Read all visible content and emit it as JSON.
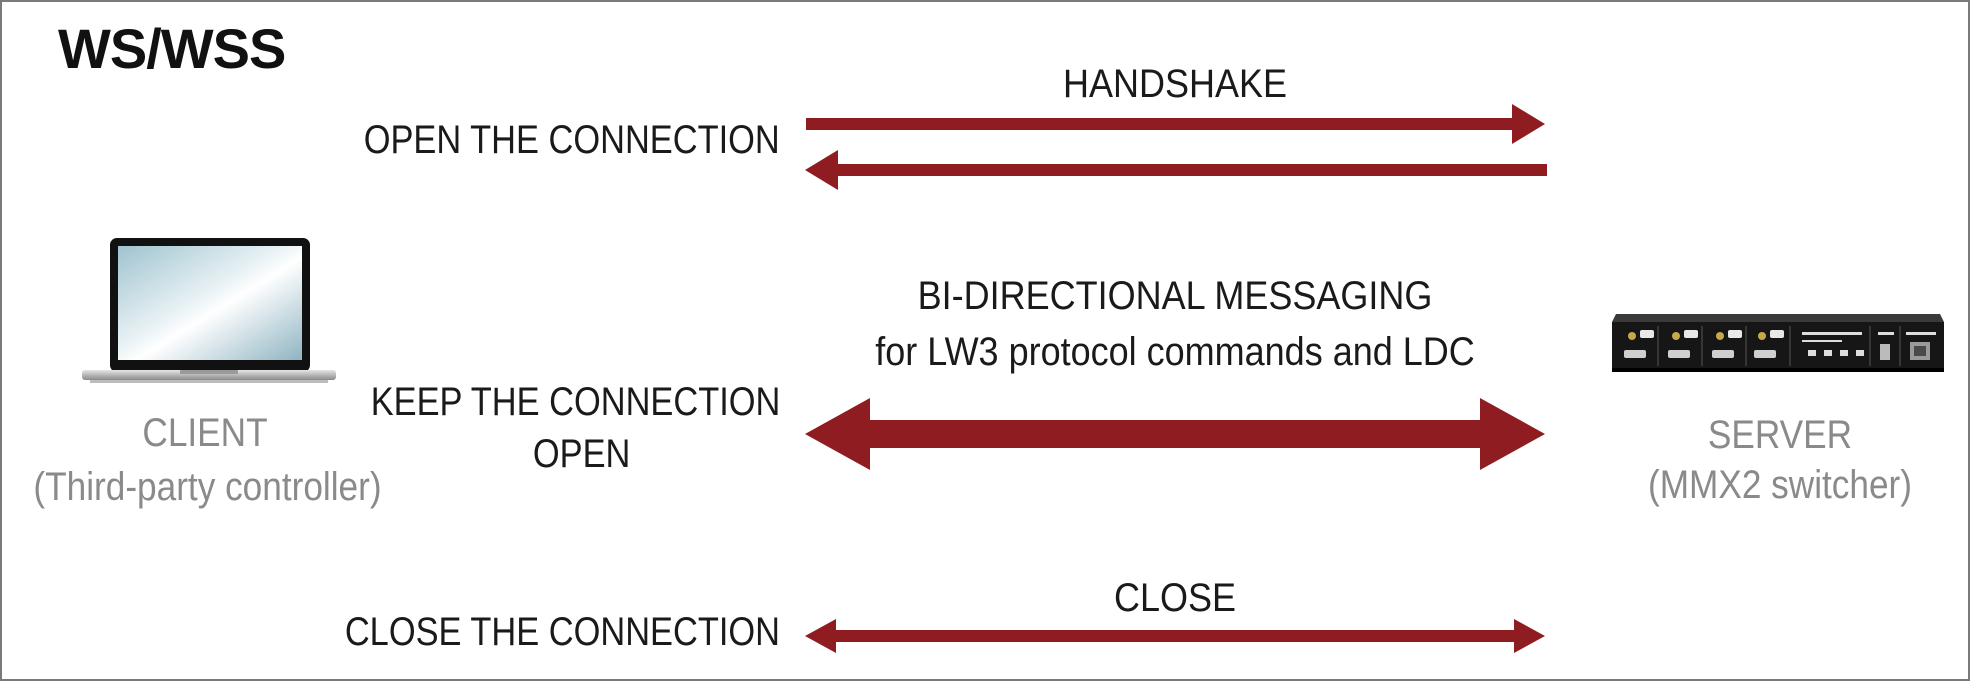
{
  "title": "WS/WSS",
  "steps": {
    "open": "OPEN THE CONNECTION",
    "keep_line1": "KEEP THE CONNECTION",
    "keep_line2": "OPEN",
    "close": "CLOSE THE CONNECTION"
  },
  "arrow_labels": {
    "handshake": "HANDSHAKE",
    "messaging_line1": "BI-DIRECTIONAL MESSAGING",
    "messaging_line2": "for LW3 protocol commands and LDC",
    "close": "CLOSE"
  },
  "client": {
    "name": "CLIENT",
    "description": "(Third-party controller)",
    "icon": "laptop-icon"
  },
  "server": {
    "name": "SERVER",
    "description": "(MMX2 switcher)",
    "icon": "switcher-device-icon"
  },
  "colors": {
    "arrow": "#8e1c20",
    "label": "#1a1a1a",
    "device_label": "#8a8a8a",
    "border": "#7a7a7a"
  }
}
